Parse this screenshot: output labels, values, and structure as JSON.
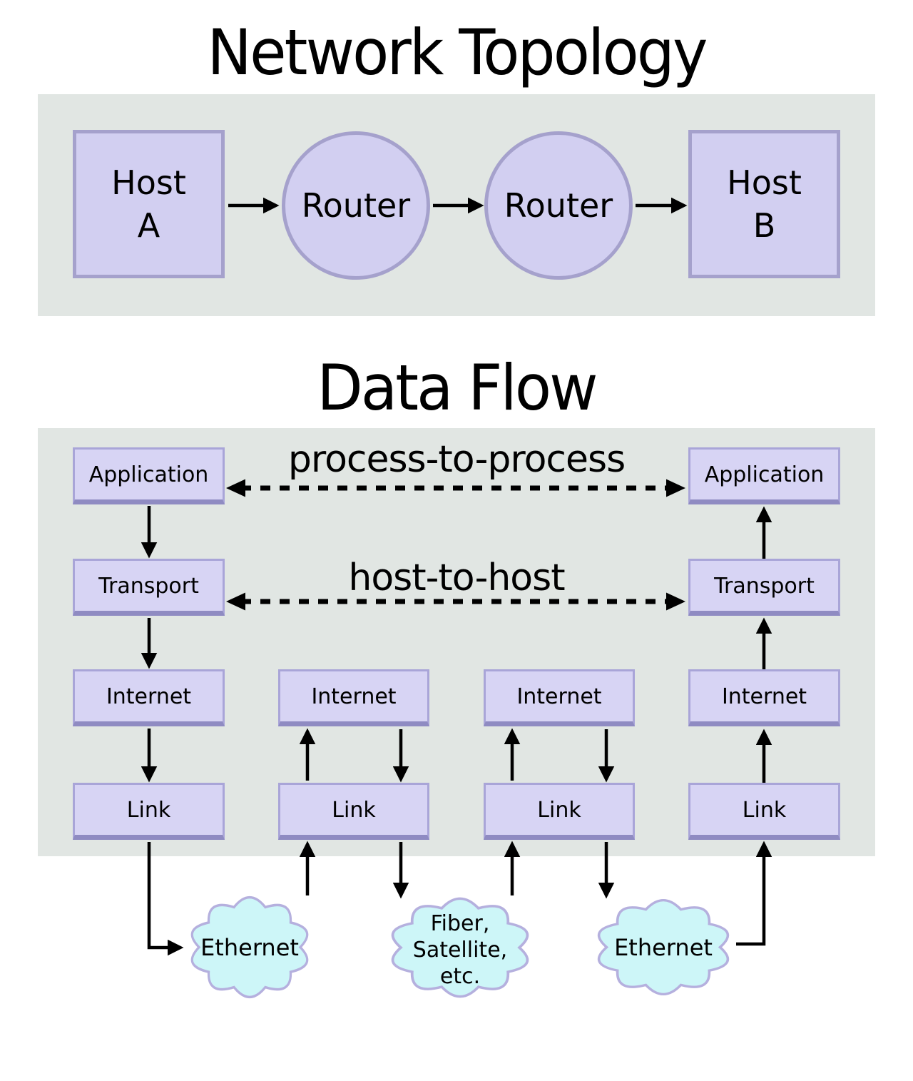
{
  "colors": {
    "page_background": "#ffffff",
    "panel_background": "#e1e6e3",
    "topology_node_fill": "#d2cff1",
    "topology_node_border": "#a5a1cc",
    "layer_box_fill": "#d7d4f4",
    "layer_box_border": "#a9a5d8",
    "layer_box_border_bottom": "#8f8bc2",
    "cloud_fill": "#cdf6f8",
    "cloud_border": "#b5b0de",
    "arrow": "#000000",
    "text": "#000000"
  },
  "network_topology": {
    "title": "Network Topology",
    "nodes": [
      {
        "shape": "square",
        "lines": [
          "Host",
          "A"
        ]
      },
      {
        "shape": "circle",
        "lines": [
          "Router"
        ]
      },
      {
        "shape": "circle",
        "lines": [
          "Router"
        ]
      },
      {
        "shape": "square",
        "lines": [
          "Host",
          "B"
        ]
      }
    ]
  },
  "data_flow": {
    "title": "Data Flow",
    "flow_labels": {
      "process_to_process": "process-to-process",
      "host_to_host": "host-to-host"
    },
    "stacks": [
      {
        "role": "host-a",
        "boxes": [
          "Application",
          "Transport",
          "Internet",
          "Link"
        ]
      },
      {
        "role": "router-1",
        "boxes": [
          "Internet",
          "Link"
        ]
      },
      {
        "role": "router-2",
        "boxes": [
          "Internet",
          "Link"
        ]
      },
      {
        "role": "host-b",
        "boxes": [
          "Application",
          "Transport",
          "Internet",
          "Link"
        ]
      }
    ],
    "clouds": [
      {
        "lines": [
          "Ethernet"
        ]
      },
      {
        "lines": [
          "Fiber,",
          "Satellite,",
          "etc."
        ]
      },
      {
        "lines": [
          "Ethernet"
        ]
      }
    ]
  }
}
